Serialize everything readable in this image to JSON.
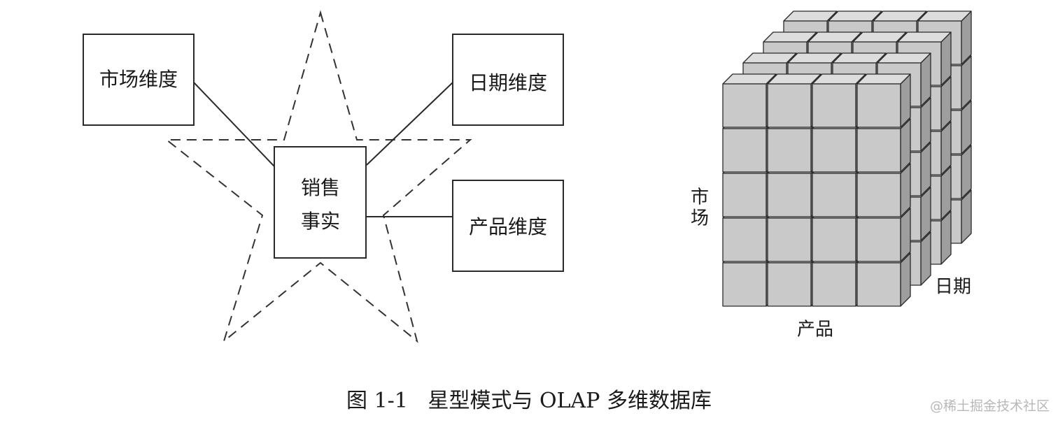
{
  "star_schema": {
    "fact": {
      "line1": "销售",
      "line2": "事实"
    },
    "dimensions": {
      "market": "市场维度",
      "date": "日期维度",
      "product": "产品维度"
    }
  },
  "olap_cube": {
    "axis_market": [
      "市",
      "场"
    ],
    "axis_date": "日期",
    "axis_product": "产品"
  },
  "caption": "图 1-1   星型模式与 OLAP 多维数据库",
  "watermark": "@稀土掘金技术社区",
  "colors": {
    "cube_front": "#c9c9c9",
    "cube_top": "#dddddd",
    "cube_side": "#9e9e9e"
  }
}
